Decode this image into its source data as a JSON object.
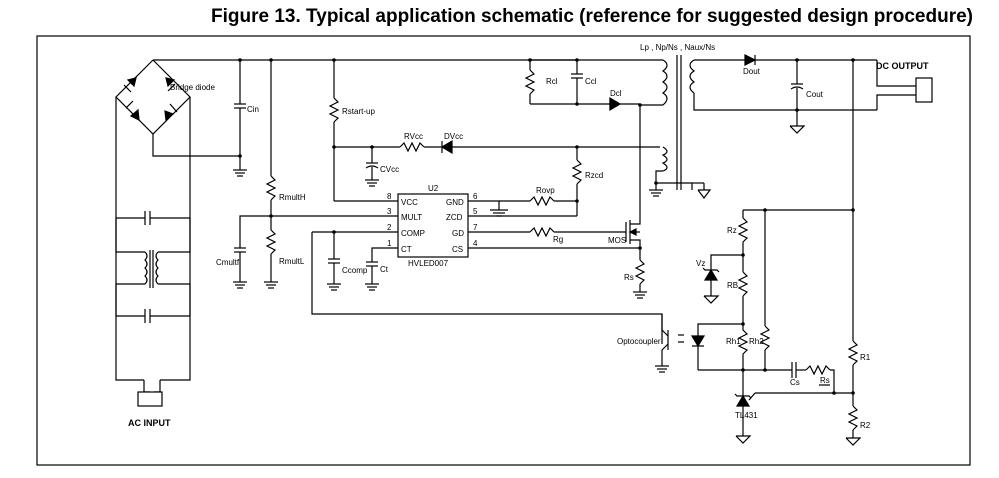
{
  "figure_title": "Figure 13. Typical application schematic (reference for suggested design procedure)",
  "labels": {
    "bridge_diode": "Bridge diode",
    "cin": "Cin",
    "rstartup": "Rstart-up",
    "rvcc": "RVcc",
    "dvcc": "DVcc",
    "cvcc": "CVcc",
    "rmulth": "RmultH",
    "rmultl": "RmultL",
    "cmultf": "Cmultf",
    "ccomp": "Ccomp",
    "ct": "Ct",
    "u2": "U2",
    "ic_name": "HVLED007",
    "pin_vcc": "VCC",
    "pin_mult": "MULT",
    "pin_comp": "COMP",
    "pin_ct": "CT",
    "pin_gnd": "GND",
    "pin_zcd": "ZCD",
    "pin_gd": "GD",
    "pin_cs": "CS",
    "pin8": "8",
    "pin3": "3",
    "pin2": "2",
    "pin1": "1",
    "pin6": "6",
    "pin5": "5",
    "pin7": "7",
    "pin4": "4",
    "rovp": "Rovp",
    "rzcd": "Rzcd",
    "rg": "Rg",
    "mos": "MOS",
    "rs_mos": "Rs",
    "rcl": "Rcl",
    "ccl": "Ccl",
    "dcl": "Dcl",
    "transformer": "Lp , Np/Ns , Naux/Ns",
    "dout": "Dout",
    "cout": "Cout",
    "dc_output": "DC OUTPUT",
    "rz": "Rz",
    "vz": "Vz",
    "rb": "RB",
    "rh1": "Rh1",
    "rh2": "Rh2",
    "optocoupler": "Optocoupler",
    "cs_cap": "Cs",
    "rs_tl": "Rs",
    "tl431": "TL431",
    "r1": "R1",
    "r2": "R2",
    "ac_input": "AC INPUT"
  }
}
